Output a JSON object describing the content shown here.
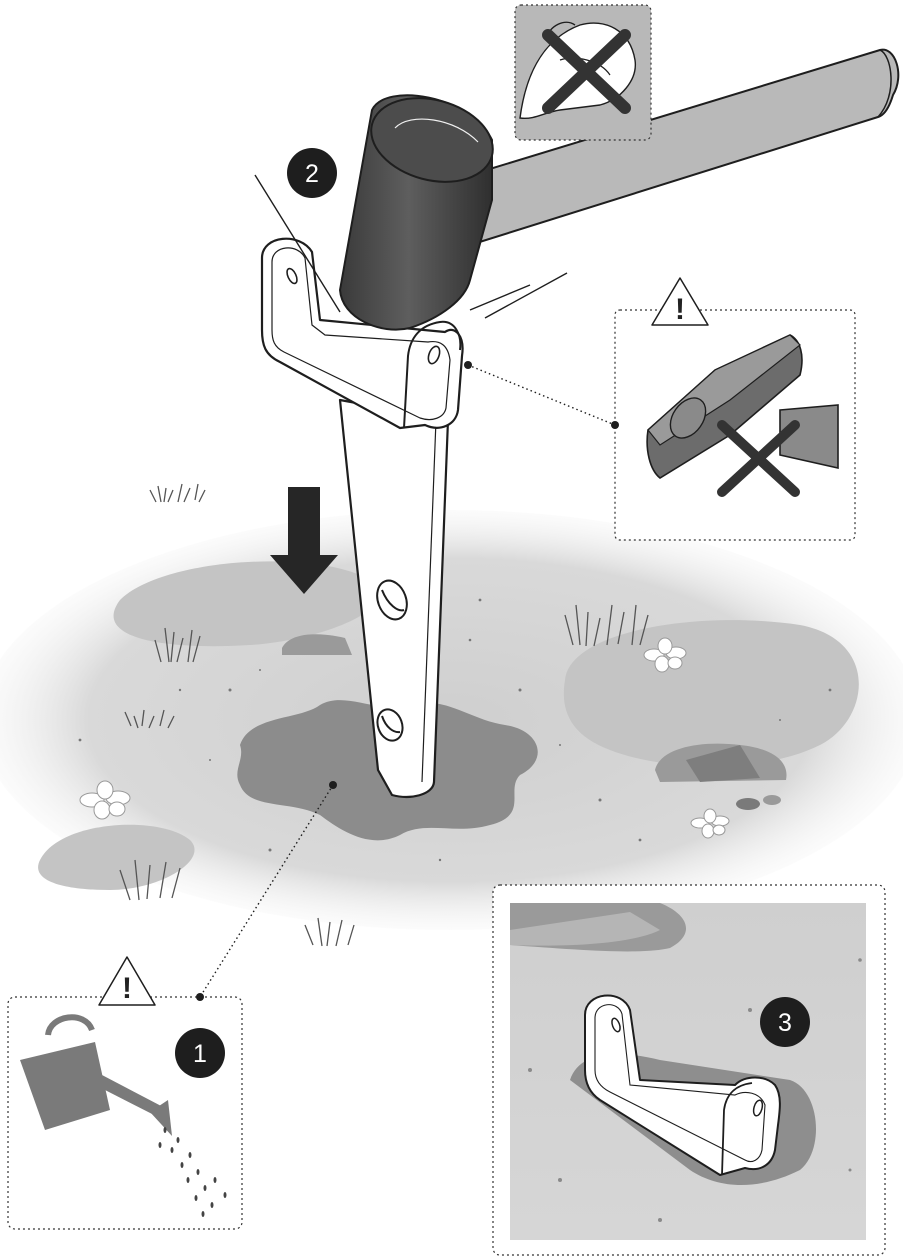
{
  "colors": {
    "ground": "#d7d7d7",
    "ground_dark": "#c4c4c4",
    "mud": "#8c8c8c",
    "hammer_head": "#4a4a4a",
    "handle": "#b9b9b9",
    "stake": "#ffffff",
    "outline": "#1e1e1e",
    "badge": "#1e1e1e",
    "cross": "#2f2f2f"
  },
  "steps": {
    "step1": "1",
    "step2": "2",
    "step3": "3"
  },
  "warnings": {
    "watering_mark": "!",
    "hammer_type_mark": "!"
  },
  "icons": [
    "rubber-mallet-icon",
    "ground-stake-icon",
    "down-arrow-icon",
    "watering-can-icon",
    "metal-hammer-icon",
    "no-force-icon",
    "warning-triangle-icon",
    "cross-icon"
  ]
}
